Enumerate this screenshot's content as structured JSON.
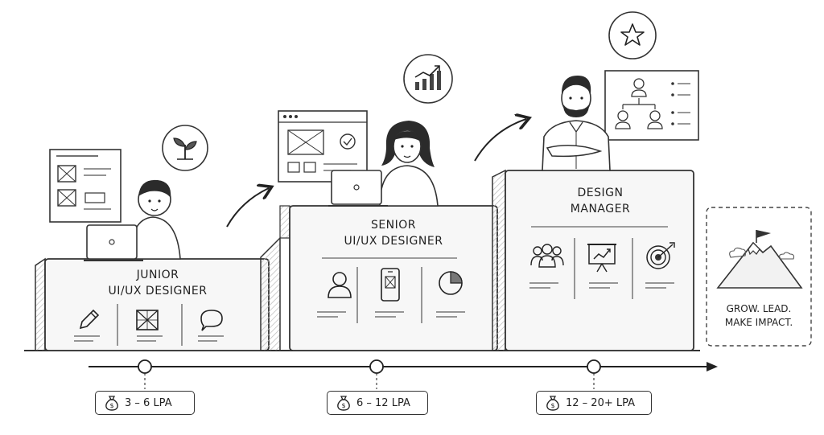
{
  "stages": [
    {
      "title_line1": "JUNIOR",
      "title_line2": "UI/UX DESIGNER",
      "salary": "3 – 6 LPA"
    },
    {
      "title_line1": "SENIOR",
      "title_line2": "UI/UX DESIGNER",
      "salary": "6 – 12 LPA"
    },
    {
      "title_line1": "DESIGN",
      "title_line2": "MANAGER",
      "salary": "12 – 20+ LPA"
    }
  ],
  "goal": {
    "line1": "GROW. LEAD.",
    "line2": "MAKE IMPACT."
  },
  "colors": {
    "ink": "#2a2a2a",
    "box_fill": "#f7f7f7",
    "hatch": "#c9c9c9"
  }
}
